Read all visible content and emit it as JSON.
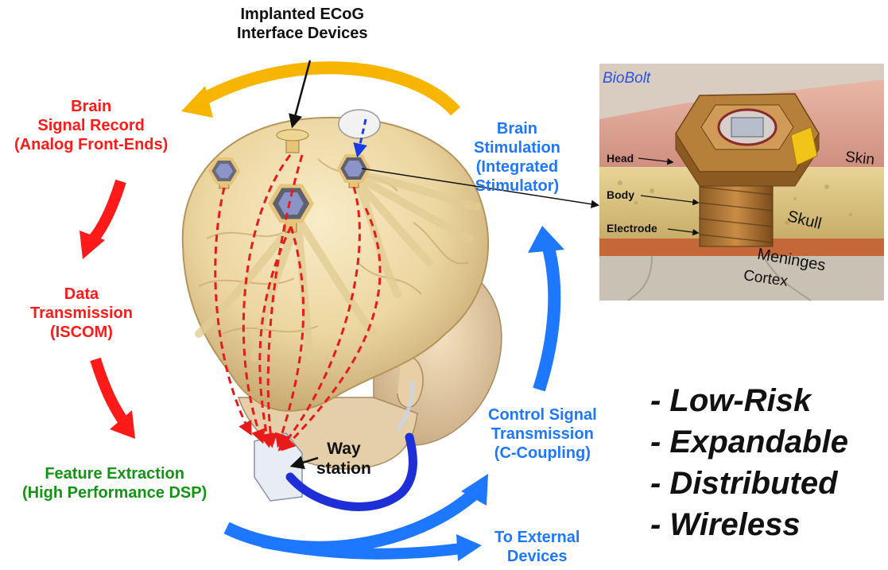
{
  "labels": {
    "ecog": [
      "Implanted ECoG",
      "Interface Devices"
    ],
    "record": [
      "Brain",
      "Signal Record",
      "(Analog Front-Ends)"
    ],
    "transmission": [
      "Data",
      "Transmission",
      "(ISCOM)"
    ],
    "feature": [
      "Feature Extraction",
      "(High Performance DSP)"
    ],
    "stimulation": [
      "Brain",
      "Stimulation",
      "(Integrated",
      "Stimulator)"
    ],
    "control": [
      "Control Signal",
      "Transmission",
      "(C-Coupling)"
    ],
    "external": [
      "To External",
      "Devices"
    ],
    "way_station": [
      "Way",
      "station"
    ]
  },
  "inset": {
    "title": "BioBolt",
    "head": "Head",
    "body": "Body",
    "electrode": "Electrode",
    "skin": "Skin",
    "skull": "Skull",
    "meninges": "Meninges",
    "cortex": "Cortex"
  },
  "bullets": [
    "- Low-Risk",
    "- Expandable",
    "- Distributed",
    "- Wireless"
  ],
  "colors": {
    "red": "#ff1a1a",
    "blue": "#1e78ff",
    "green": "#149414",
    "orange": "#f7b500"
  }
}
